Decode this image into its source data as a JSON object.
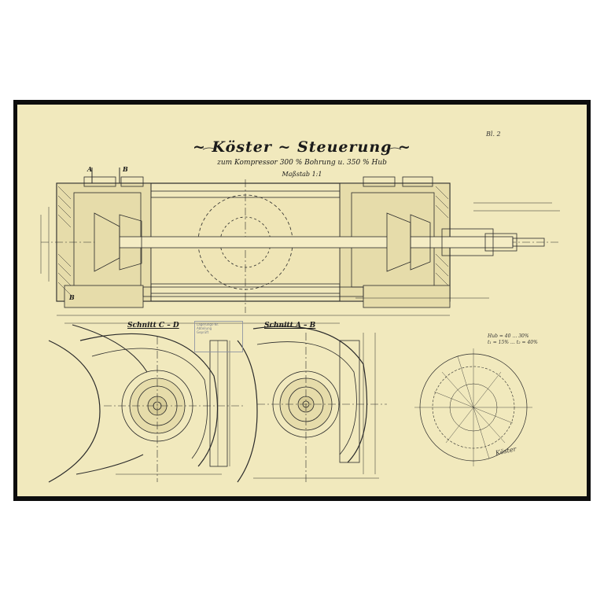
{
  "drawing": {
    "title": "~ Köster ~ Steuerung ~",
    "subtitle": "zum Kompressor 300 % Bohrung u. 350 % Hub",
    "scale": "Maßstab 1:1",
    "sheet_number": "Bl. 2",
    "section_left": "Schnitt C – D",
    "section_right": "Schnitt A – B",
    "section_marks": [
      "A",
      "B",
      "B"
    ],
    "notes": [
      "Hub = 40 … 30%",
      "t₁ = 15% … t₂ = 40%"
    ],
    "signature": "Köster",
    "stamp_lines": [
      "Lagerungs-Nr.",
      "Abteilung",
      "Geprüft"
    ]
  },
  "colors": {
    "frame": "#0d0d0d",
    "paper": "#f1e9bd",
    "ink": "#2a2a2a",
    "stamp": "#5f6780"
  }
}
